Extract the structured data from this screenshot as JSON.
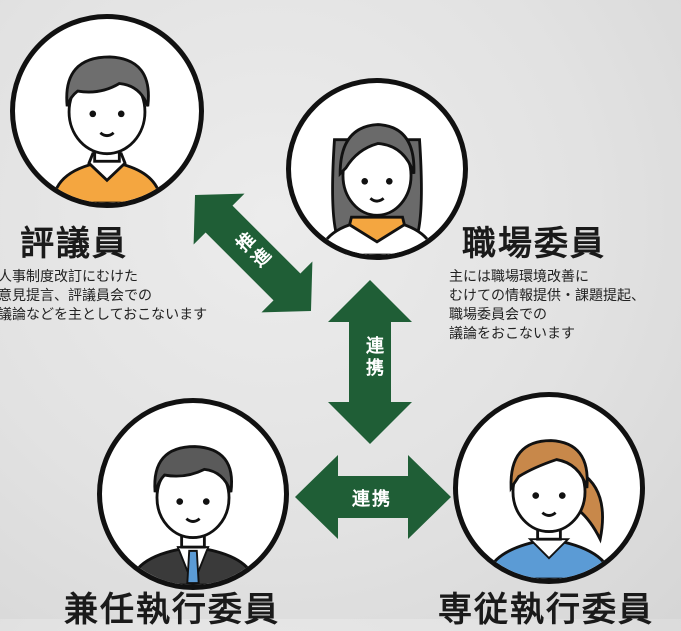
{
  "roles": {
    "councilor": {
      "title": "評議員",
      "description": "人事制度改訂にむけた\n意見提言、評議員会での\n議論などを主としておこないます"
    },
    "workplace_committee": {
      "title": "職場委員",
      "description": "主には職場環境改善に\nむけての情報提供・課題提起、\n職場委員会での\n議論をおこないます"
    },
    "concurrent_executive": {
      "title": "兼任執行委員"
    },
    "fulltime_executive": {
      "title": "専従執行委員"
    }
  },
  "arrows": {
    "promote": "推進",
    "cooperate_vertical": "連携",
    "cooperate_horizontal": "連携"
  },
  "colors": {
    "arrow": "#1f5e36",
    "avatar_border": "#111111",
    "background": "#e2e2e2",
    "accent_orange": "#f4a640",
    "accent_blue": "#5b9bd5"
  },
  "icons": [
    "man-avatar-icon",
    "woman-avatar-icon",
    "businessman-avatar-icon",
    "woman-ponytail-avatar-icon"
  ]
}
